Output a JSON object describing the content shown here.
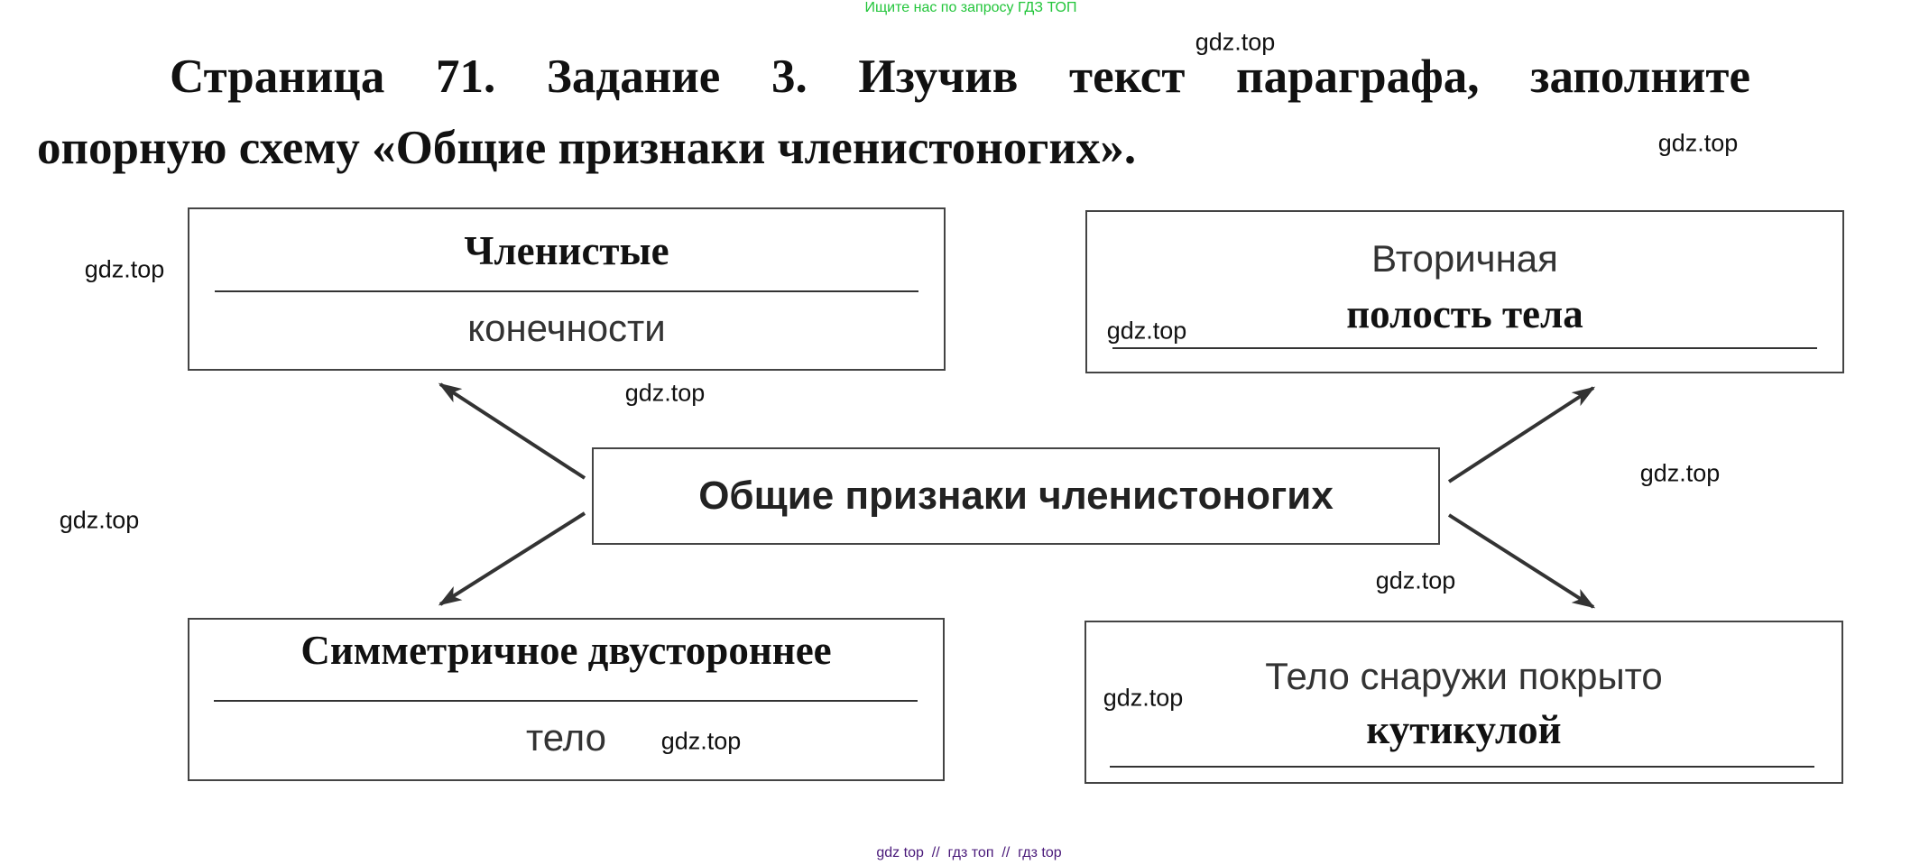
{
  "top_note": "Ищите нас по запросу ГДЗ ТОП",
  "title": {
    "line1": "Страница 71. Задание 3. Изучив текст параграфа, заполните",
    "line2": "опорную схему «Общие признаки членистоногих»."
  },
  "center": "Общие признаки членистоногих",
  "boxes": {
    "top_left": {
      "answer": "Членистые",
      "printed": "конечности"
    },
    "top_right": {
      "printed": "Вторичная",
      "answer": "полость тела"
    },
    "bottom_left": {
      "answer": "Симметричное двустороннее",
      "printed": "тело"
    },
    "bottom_right": {
      "printed": "Тело снаружи покрыто",
      "answer": "кутикулой"
    }
  },
  "watermark": "gdz.top",
  "bottom_note": "gdz top  //  гдз топ  //  гдз top"
}
